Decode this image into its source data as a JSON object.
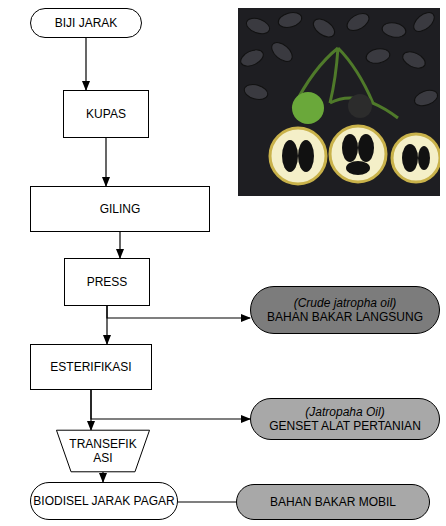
{
  "diagram": {
    "nodes": [
      {
        "text": [
          "BIJI JARAK"
        ]
      },
      {
        "text": [
          "KUPAS"
        ]
      },
      {
        "text": [
          "GILING"
        ]
      },
      {
        "text": [
          "PRESS"
        ]
      },
      {
        "text": [
          "(Crude jatropha oil)",
          "BAHAN BAKAR LANGSUNG"
        ]
      },
      {
        "text": [
          "ESTERIFIKASI"
        ]
      },
      {
        "text": [
          "(Jatropaha Oil)",
          "GENSET ALAT PERTANIAN"
        ]
      },
      {
        "text": [
          "TRANSEFIK ASI"
        ]
      },
      {
        "text": [
          "BIODISEL JARAK PAGAR"
        ]
      },
      {
        "text": [
          "BAHAN BAKAR MOBIL"
        ]
      }
    ],
    "edges": [
      {
        "from": 0,
        "to": 1,
        "arrow": "to"
      },
      {
        "from": 1,
        "to": 2,
        "arrow": "to"
      },
      {
        "from": 2,
        "to": 3,
        "arrow": "to"
      },
      {
        "from": 3,
        "to": 5,
        "arrow": "to"
      },
      {
        "from": 3,
        "to": 4,
        "arrow": "to"
      },
      {
        "from": 5,
        "to": 7,
        "arrow": "to"
      },
      {
        "from": 5,
        "to": 6,
        "arrow": "to"
      },
      {
        "from": 7,
        "to": 8,
        "arrow": "to"
      },
      {
        "from": 8,
        "to": 9,
        "arrow": "none"
      }
    ]
  }
}
